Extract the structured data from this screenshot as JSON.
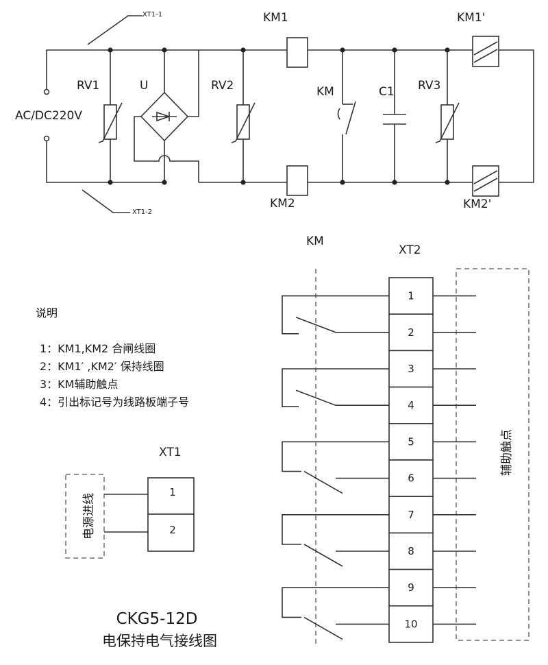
{
  "schematic": {
    "xt1_1": "XT1-1",
    "xt1_2": "XT1-2",
    "supply": "AC/DC220V",
    "rv1": "RV1",
    "u": "U",
    "rv2": "RV2",
    "km1": "KM1",
    "km": "KM",
    "c1": "C1",
    "rv3": "RV3",
    "km1_hold": "KM1'",
    "km2": "KM2",
    "km2_hold": "KM2'"
  },
  "notes": {
    "heading": "说明",
    "items": [
      "1：KM1,KM2 合闸线圈",
      "2：KM1′ ,KM2′   保持线圈",
      "3：KM辅助触点",
      "4：引出标记号为线路板端子号"
    ]
  },
  "xt1": {
    "title": "XT1",
    "side_label": "电源进线",
    "terminals": [
      "1",
      "2"
    ]
  },
  "xt2": {
    "km_label": "KM",
    "title": "XT2",
    "side_label": "辅助触点",
    "terminals": [
      "1",
      "2",
      "3",
      "4",
      "5",
      "6",
      "7",
      "8",
      "9",
      "10"
    ]
  },
  "footer": {
    "model": "CKG5-12D",
    "caption": "电保持电气接线图"
  }
}
